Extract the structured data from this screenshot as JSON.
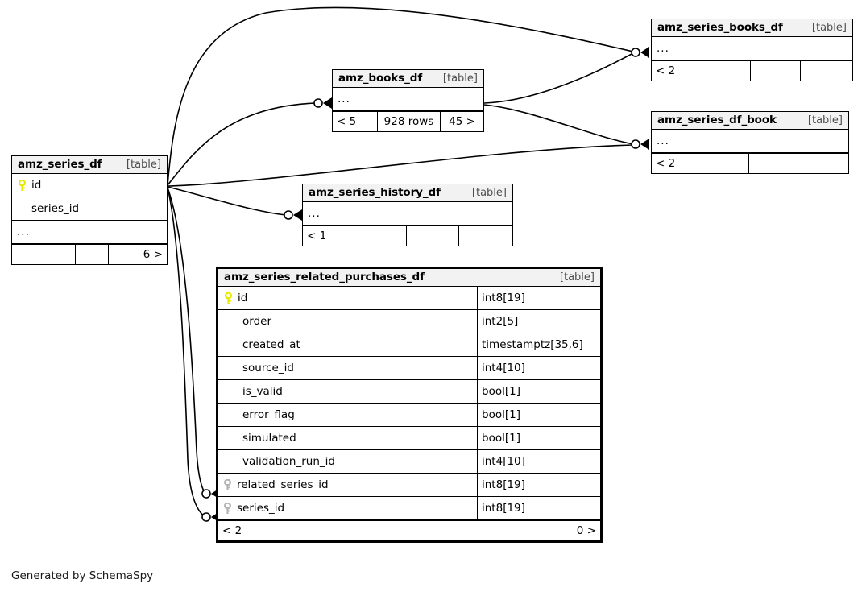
{
  "diagram": {
    "title": "SchemaSpy relationships diagram",
    "credit": "Generated by SchemaSpy",
    "table_tag": "[table]",
    "ellipsis": "...",
    "pk_icon": "yellow-key-icon",
    "fk_icon": "gray-key-icon",
    "colors": {
      "header_fill": "#f2f2f2",
      "border": "#000000",
      "pk_key": "#e8e800",
      "fk_key": "#b3b3b3",
      "background": "#ffffff",
      "tag_text": "#4d4d4d"
    }
  },
  "tables": [
    {
      "id": "amz_series_df",
      "name": "amz_series_df",
      "tag": "[table]",
      "emphasis": "thin",
      "rows": [
        {
          "name": "id",
          "key": "primary",
          "type": ""
        },
        {
          "name": "series_id",
          "key": "none",
          "type": ""
        },
        {
          "name": "...",
          "key": "none",
          "type": ""
        }
      ],
      "footer": [
        "",
        "",
        "6 >"
      ]
    },
    {
      "id": "amz_books_df",
      "name": "amz_books_df",
      "tag": "[table]",
      "emphasis": "thin",
      "rows": [
        {
          "name": "...",
          "key": "none",
          "type": ""
        }
      ],
      "footer": [
        "< 5",
        "928 rows",
        "45 >"
      ]
    },
    {
      "id": "amz_series_books_df",
      "name": "amz_series_books_df",
      "tag": "[table]",
      "emphasis": "thin",
      "rows": [
        {
          "name": "...",
          "key": "none",
          "type": ""
        }
      ],
      "footer": [
        "< 2",
        "",
        ""
      ]
    },
    {
      "id": "amz_series_df_book",
      "name": "amz_series_df_book",
      "tag": "[table]",
      "emphasis": "thin",
      "rows": [
        {
          "name": "...",
          "key": "none",
          "type": ""
        }
      ],
      "footer": [
        "< 2",
        "",
        ""
      ]
    },
    {
      "id": "amz_series_history_df",
      "name": "amz_series_history_df",
      "tag": "[table]",
      "emphasis": "thin",
      "rows": [
        {
          "name": "...",
          "key": "none",
          "type": ""
        }
      ],
      "footer": [
        "< 1",
        "",
        ""
      ]
    },
    {
      "id": "amz_series_related_purchases_df",
      "name": "amz_series_related_purchases_df",
      "tag": "[table]",
      "emphasis": "thick",
      "rows": [
        {
          "name": "id",
          "key": "primary",
          "type": "int8[19]"
        },
        {
          "name": "order",
          "key": "none",
          "type": "int2[5]"
        },
        {
          "name": "created_at",
          "key": "none",
          "type": "timestamptz[35,6]"
        },
        {
          "name": "source_id",
          "key": "none",
          "type": "int4[10]"
        },
        {
          "name": "is_valid",
          "key": "none",
          "type": "bool[1]"
        },
        {
          "name": "error_flag",
          "key": "none",
          "type": "bool[1]"
        },
        {
          "name": "simulated",
          "key": "none",
          "type": "bool[1]"
        },
        {
          "name": "validation_run_id",
          "key": "none",
          "type": "int4[10]"
        },
        {
          "name": "related_series_id",
          "key": "foreign",
          "type": "int8[19]"
        },
        {
          "name": "series_id",
          "key": "foreign",
          "type": "int8[19]"
        }
      ],
      "footer": [
        "< 2",
        "",
        "0 >"
      ]
    }
  ],
  "relationships": [
    {
      "from": "amz_series_df",
      "to": "amz_series_books_df"
    },
    {
      "from": "amz_books_df",
      "to": "amz_series_books_df"
    },
    {
      "from": "amz_series_df",
      "to": "amz_books_df"
    },
    {
      "from": "amz_series_df",
      "to": "amz_series_df_book"
    },
    {
      "from": "amz_books_df",
      "to": "amz_series_df_book"
    },
    {
      "from": "amz_series_df",
      "to": "amz_series_history_df"
    },
    {
      "from": "amz_series_df",
      "to": "amz_series_related_purchases_df.related_series_id"
    },
    {
      "from": "amz_series_df",
      "to": "amz_series_related_purchases_df.series_id"
    }
  ]
}
